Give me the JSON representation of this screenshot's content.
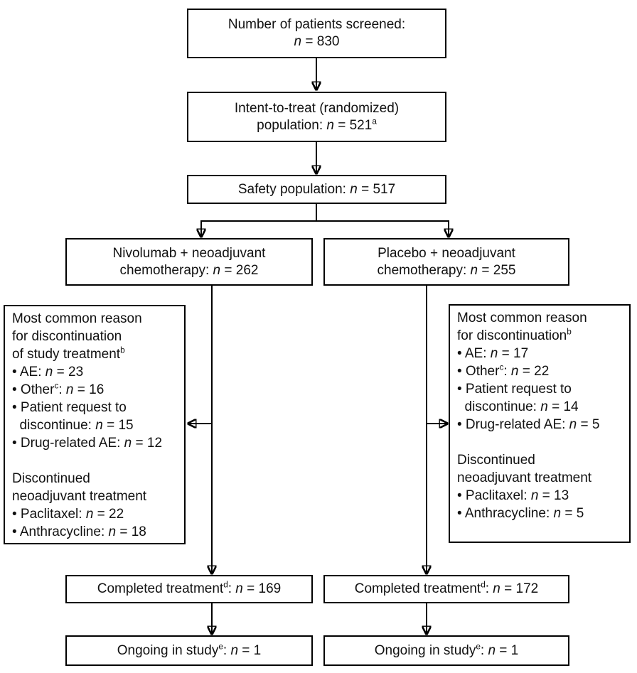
{
  "figure": {
    "type": "patient-flow-diagram",
    "colors": {
      "background": "#ffffff",
      "border": "#000000",
      "text": "#111111"
    },
    "boxes": {
      "screened": {
        "lines": [
          [
            {
              "t": "Number of patients screened:"
            }
          ],
          [
            {
              "t": "n",
              "style": "i"
            },
            {
              "t": " = 830"
            }
          ]
        ]
      },
      "itt": {
        "lines": [
          [
            {
              "t": "Intent-to-treat (randomized)"
            }
          ],
          [
            {
              "t": "population: "
            },
            {
              "t": "n",
              "style": "i"
            },
            {
              "t": " = 521"
            },
            {
              "t": "a",
              "style": "sup"
            }
          ]
        ]
      },
      "safety": {
        "lines": [
          [
            {
              "t": "Safety population: "
            },
            {
              "t": "n",
              "style": "i"
            },
            {
              "t": " = 517"
            }
          ]
        ]
      },
      "arm_nivolumab": {
        "lines": [
          [
            {
              "t": "Nivolumab + neoadjuvant"
            }
          ],
          [
            {
              "t": "chemotherapy: "
            },
            {
              "t": "n",
              "style": "i"
            },
            {
              "t": " = 262"
            }
          ]
        ]
      },
      "arm_placebo": {
        "lines": [
          [
            {
              "t": "Placebo + neoadjuvant"
            }
          ],
          [
            {
              "t": "chemotherapy: "
            },
            {
              "t": "n",
              "style": "i"
            },
            {
              "t": " = 255"
            }
          ]
        ]
      },
      "discontinuation_nivolumab": {
        "lines": [
          [
            {
              "t": "Most common reason"
            }
          ],
          [
            {
              "t": "for discontinuation"
            }
          ],
          [
            {
              "t": "of study treatment"
            },
            {
              "t": "b",
              "style": "sup"
            }
          ],
          [
            {
              "t": "• AE: "
            },
            {
              "t": "n",
              "style": "i"
            },
            {
              "t": " = 23"
            }
          ],
          [
            {
              "t": "• Other"
            },
            {
              "t": "c",
              "style": "sup"
            },
            {
              "t": ": "
            },
            {
              "t": "n",
              "style": "i"
            },
            {
              "t": " = 16"
            }
          ],
          [
            {
              "t": "• Patient request to"
            }
          ],
          [
            {
              "t": "  discontinue: "
            },
            {
              "t": "n",
              "style": "i"
            },
            {
              "t": " = 15"
            }
          ],
          [
            {
              "t": "• Drug-related AE: "
            },
            {
              "t": "n",
              "style": "i"
            },
            {
              "t": " = 12"
            }
          ],
          [
            {
              "t": " "
            }
          ],
          [
            {
              "t": "Discontinued"
            }
          ],
          [
            {
              "t": "neoadjuvant treatment"
            }
          ],
          [
            {
              "t": "• Paclitaxel: "
            },
            {
              "t": "n",
              "style": "i"
            },
            {
              "t": " = 22"
            }
          ],
          [
            {
              "t": "• Anthracycline: "
            },
            {
              "t": "n",
              "style": "i"
            },
            {
              "t": " = 18"
            }
          ]
        ]
      },
      "discontinuation_placebo": {
        "lines": [
          [
            {
              "t": "Most common reason"
            }
          ],
          [
            {
              "t": "for discontinuation"
            },
            {
              "t": "b",
              "style": "sup"
            }
          ],
          [
            {
              "t": "• AE: "
            },
            {
              "t": "n",
              "style": "i"
            },
            {
              "t": " = 17"
            }
          ],
          [
            {
              "t": "• Other"
            },
            {
              "t": "c",
              "style": "sup"
            },
            {
              "t": ": "
            },
            {
              "t": "n",
              "style": "i"
            },
            {
              "t": " = 22"
            }
          ],
          [
            {
              "t": "• Patient request to"
            }
          ],
          [
            {
              "t": "  discontinue: "
            },
            {
              "t": "n",
              "style": "i"
            },
            {
              "t": " = 14"
            }
          ],
          [
            {
              "t": "• Drug-related AE: "
            },
            {
              "t": "n",
              "style": "i"
            },
            {
              "t": " = 5"
            }
          ],
          [
            {
              "t": " "
            }
          ],
          [
            {
              "t": "Discontinued"
            }
          ],
          [
            {
              "t": "neoadjuvant treatment"
            }
          ],
          [
            {
              "t": "• Paclitaxel: "
            },
            {
              "t": "n",
              "style": "i"
            },
            {
              "t": " = 13"
            }
          ],
          [
            {
              "t": "• Anthracycline: "
            },
            {
              "t": "n",
              "style": "i"
            },
            {
              "t": " = 5"
            }
          ]
        ]
      },
      "completed_nivolumab": {
        "lines": [
          [
            {
              "t": "Completed treatment"
            },
            {
              "t": "d",
              "style": "sup"
            },
            {
              "t": ": "
            },
            {
              "t": "n",
              "style": "i"
            },
            {
              "t": " = 169"
            }
          ]
        ]
      },
      "completed_placebo": {
        "lines": [
          [
            {
              "t": "Completed treatment"
            },
            {
              "t": "d",
              "style": "sup"
            },
            {
              "t": ": "
            },
            {
              "t": "n",
              "style": "i"
            },
            {
              "t": " = 172"
            }
          ]
        ]
      },
      "ongoing_nivolumab": {
        "lines": [
          [
            {
              "t": "Ongoing in study"
            },
            {
              "t": "e",
              "style": "sup"
            },
            {
              "t": ": "
            },
            {
              "t": "n",
              "style": "i"
            },
            {
              "t": " = 1"
            }
          ]
        ]
      },
      "ongoing_placebo": {
        "lines": [
          [
            {
              "t": "Ongoing in study"
            },
            {
              "t": "e",
              "style": "sup"
            },
            {
              "t": ": "
            },
            {
              "t": "n",
              "style": "i"
            },
            {
              "t": " = 1"
            }
          ]
        ]
      }
    }
  }
}
